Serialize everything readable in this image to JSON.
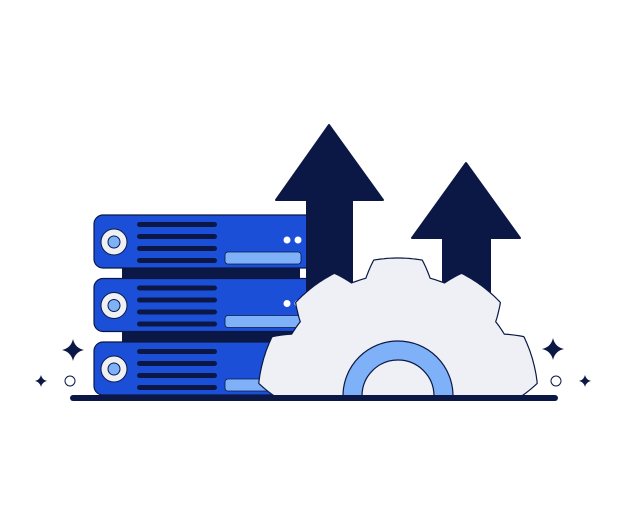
{
  "illustration": {
    "subject": "server-upgrade",
    "server_unit_count": 3,
    "arrow_count": 2,
    "icons": [
      "server-rack-icon",
      "upload-arrow-icon",
      "gear-icon",
      "sparkle-icon"
    ]
  },
  "colors": {
    "server_blue": "#1b4fd8",
    "navy": "#0b1846",
    "light_blue": "#7fb1f8",
    "gear_fill": "#eef0f5",
    "white": "#ffffff"
  }
}
